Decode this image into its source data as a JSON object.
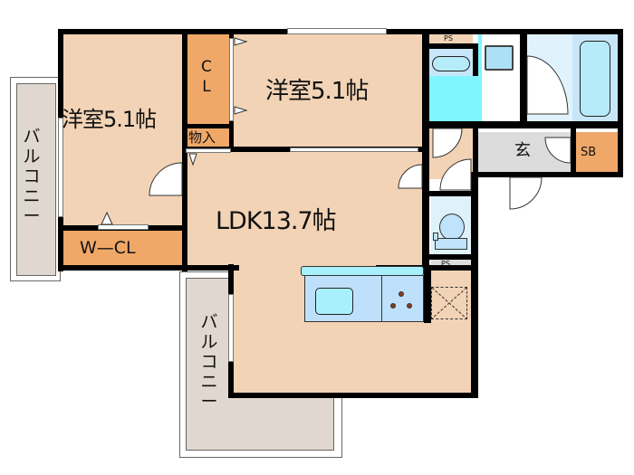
{
  "floorplan": {
    "rooms": {
      "western_room_left": {
        "label": "洋室5.1帖"
      },
      "western_room_top": {
        "label": "洋室5.1帖"
      },
      "ldk": {
        "label": "LDK13.7帖"
      },
      "closet": {
        "label": "C\nL",
        "line1": "C",
        "line2": "L"
      },
      "storage": {
        "label": "物入"
      },
      "walk_in_closet": {
        "label": "W—CL"
      },
      "entrance": {
        "label": "玄"
      },
      "shoe_box": {
        "label": "SB"
      },
      "pipe_space_top": {
        "label": "PS"
      },
      "pipe_space_toilet": {
        "label": "PS"
      },
      "balcony_left": {
        "label": "バルコニー",
        "chars": [
          "バ",
          "ル",
          "コ",
          "ニ",
          "ー"
        ]
      },
      "balcony_bottom": {
        "label": "バルコニー",
        "chars": [
          "バ",
          "ル",
          "コ",
          "ニ",
          "ー"
        ]
      }
    },
    "colors": {
      "room_floor": "#f2d3b5",
      "storage": "#f0a868",
      "wet_area": "#7ff5ff",
      "bath": "#c8e6fa",
      "bath_light": "#e0f3fd",
      "kitchen": "#bfe0fa",
      "entrance": "#dcdcdc",
      "balcony": "#e0d8d0",
      "wall": "#000000"
    }
  }
}
